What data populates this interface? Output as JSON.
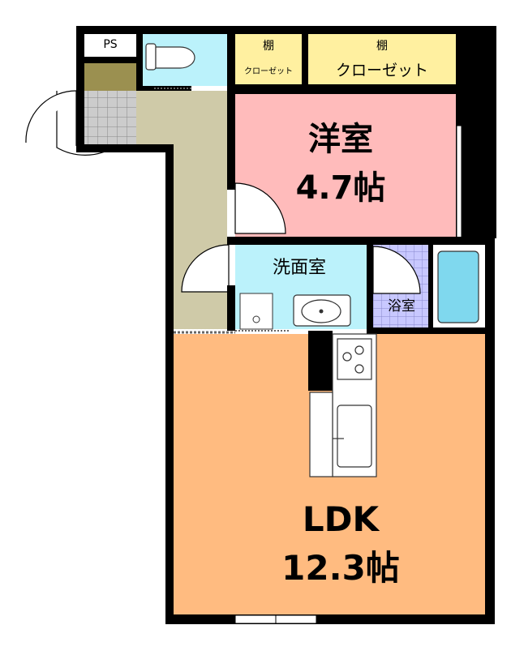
{
  "rooms": {
    "western": {
      "name": "洋室",
      "size": "4.7帖"
    },
    "ldk": {
      "name": "LDK",
      "size": "12.3帖"
    },
    "washroom": {
      "name": "洗面室"
    },
    "bath": {
      "name": "浴室"
    },
    "ps": {
      "name": "PS"
    },
    "shelf_small": {
      "top": "棚",
      "bottom": "クローゼット"
    },
    "shelf_large": {
      "top": "棚",
      "bottom": "クローゼット"
    }
  },
  "colors": {
    "wall": "#000000",
    "western": "#ffbbbb",
    "ldk": "#ffbb80",
    "hall": "#cfcaa8",
    "wet": "#bbf2fb",
    "closet": "#fff0a0",
    "entrance_box": "#9b9050",
    "tile": "#cccccc",
    "bath_tile": "#c8c8ff",
    "tub": "#7fd8ee"
  }
}
